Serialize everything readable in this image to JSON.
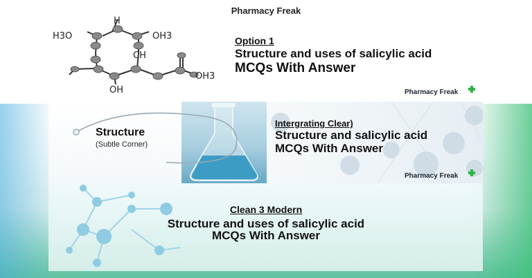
{
  "brand": "Pharmacy Freak",
  "molecule_labels": {
    "h_top": "H",
    "h3o_left": "H3O",
    "oh3_right": "OH3",
    "ch": "CH",
    "oh_bottom": "OH",
    "oh3_ester": "OH3"
  },
  "option1": {
    "tag": "Option 1",
    "line1": "Structure and uses of salicylic acid",
    "line2": "MCQs With Answer"
  },
  "logo_text": "Pharmacy Freak",
  "panel2": {
    "left_title": "Structure",
    "left_subtitle": "(Subtle Corner)",
    "tag": "Intergrating Clear)",
    "line1": "Structure and salicylic acid",
    "line2": "MCQs With Answer"
  },
  "panel3": {
    "tag": "Clean 3 Modern",
    "line1": "Structure and uses of salicylic acid",
    "line2": "MCQs With Answer"
  },
  "colors": {
    "accent_green": "#33b149",
    "accent_blue": "#46aadc",
    "text": "#111111"
  }
}
